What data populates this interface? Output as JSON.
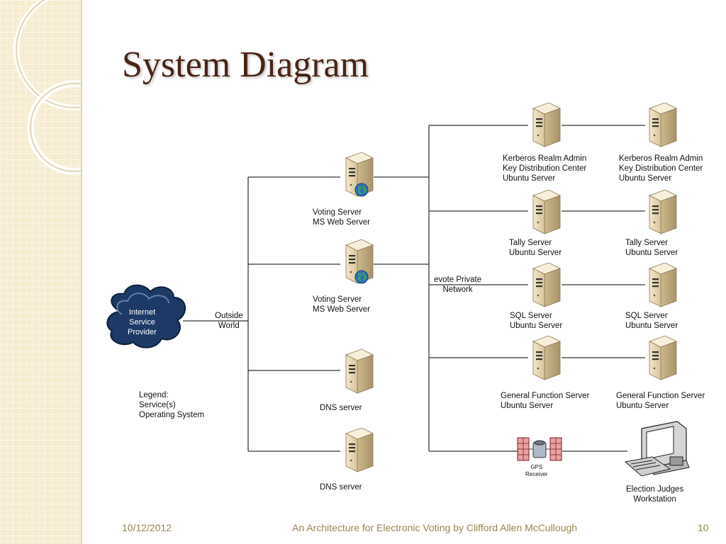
{
  "slide": {
    "title": "System Diagram",
    "footer_date": "10/12/2012",
    "footer_text": "An Architecture for Electronic Voting by Clifford Allen McCullough",
    "page_number": "10"
  },
  "diagram": {
    "isp_label": "Internet\nService\nProvider",
    "outside_world_label": "Outside\nWorld",
    "legend_label": "Legend:\nService(s)\nOperating System",
    "network_label": "evote Private\nNetwork",
    "voting_server_1": "Voting Server\nMS Web Server",
    "voting_server_2": "Voting Server\nMS Web Server",
    "dns_server_1": "DNS server",
    "dns_server_2": "DNS server",
    "kerberos_1": "Kerberos Realm Admin\nKey Distribution Center\nUbuntu Server",
    "kerberos_2": "Kerberos Realm Admin\nKey Distribution Center\nUbuntu Server",
    "tally_1": "Tally Server\nUbuntu Server",
    "tally_2": "Tally Server\nUbuntu Server",
    "sql_1": "SQL Server\nUbuntu Server",
    "sql_2": "SQL Server\nUbuntu Server",
    "general_1": "General Function Server\nUbuntu Server",
    "general_2": "General Function Server\nUbuntu Server",
    "gps_label": "GPS\nReceiver",
    "workstation_label": "Election Judges\nWorkstation"
  }
}
